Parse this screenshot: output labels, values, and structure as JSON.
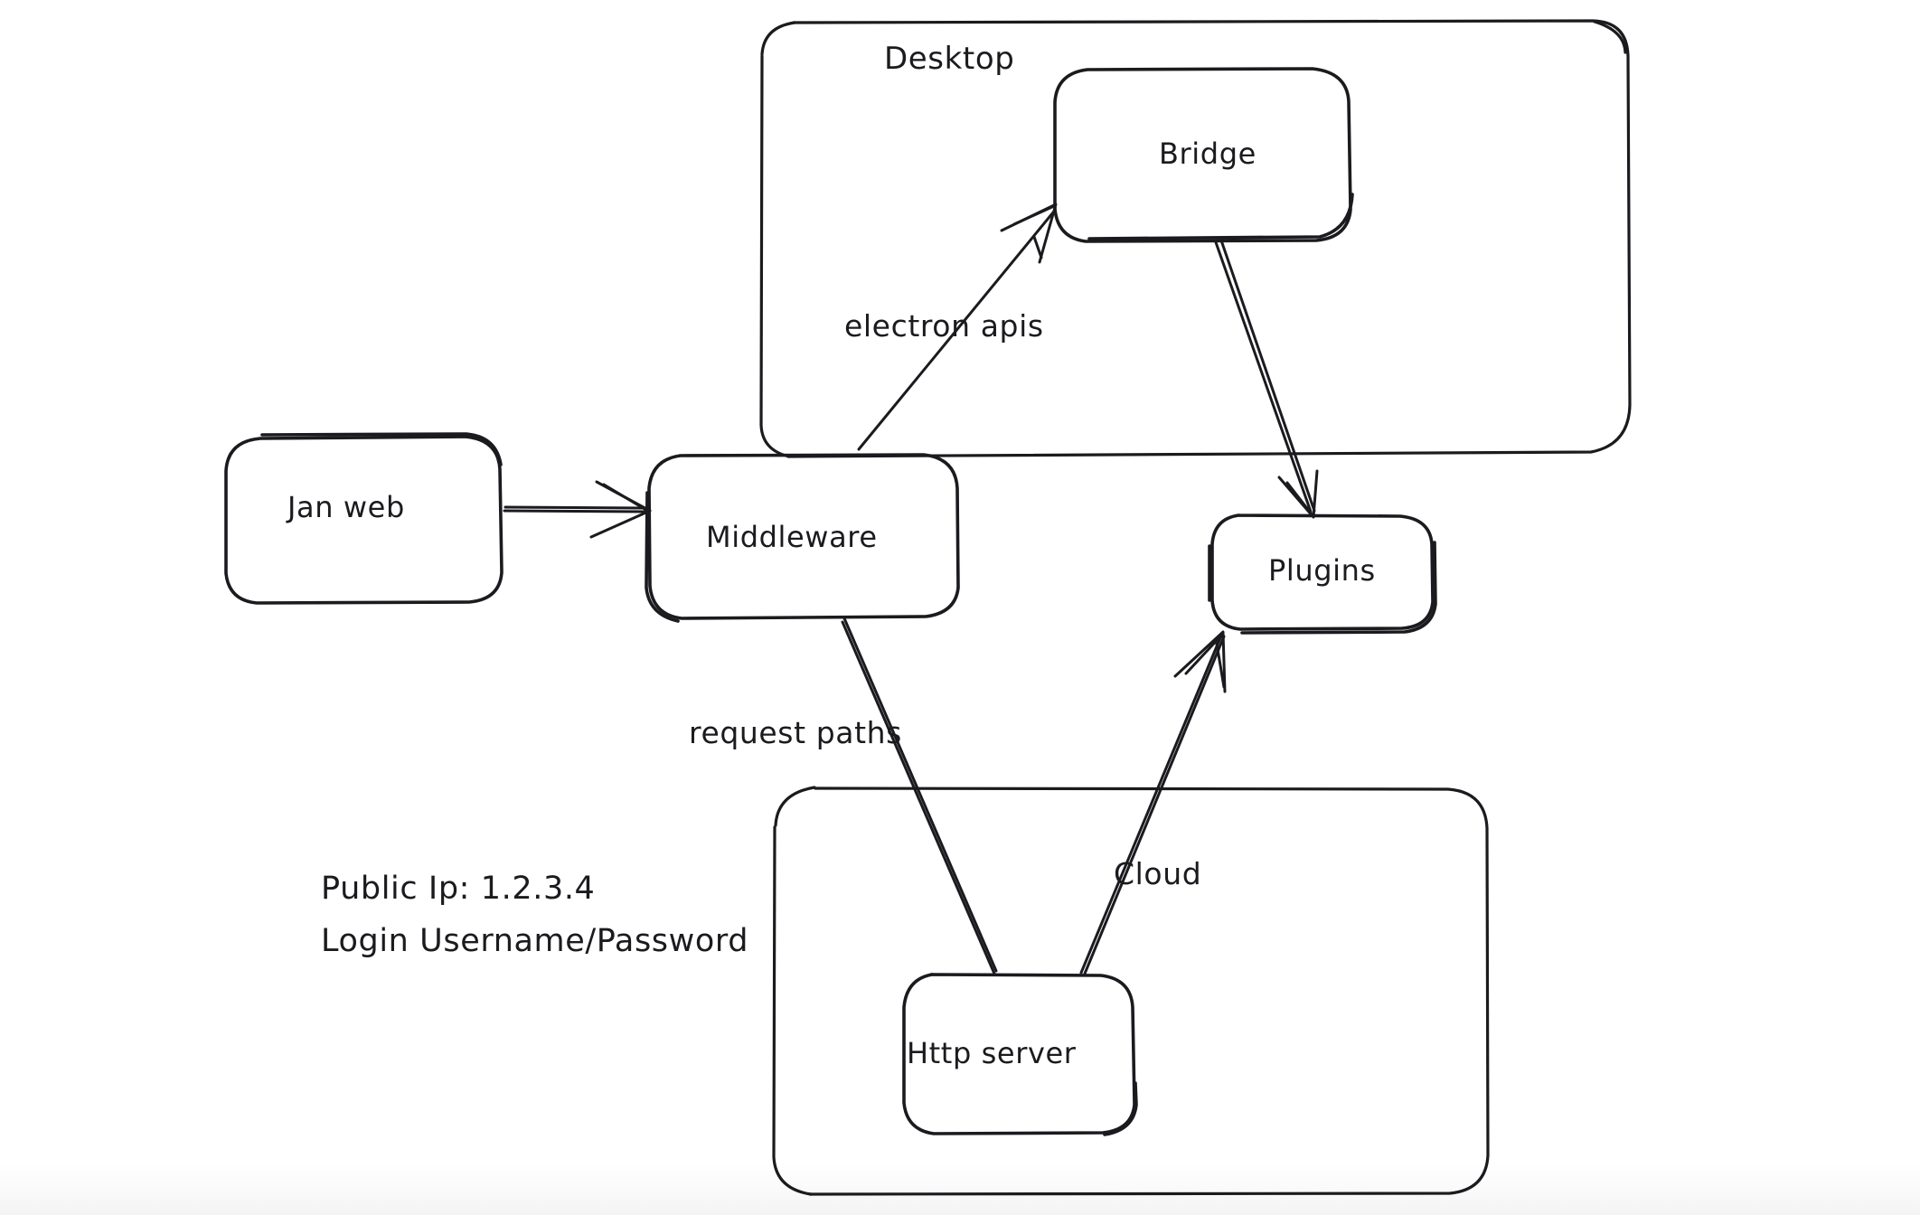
{
  "diagram": {
    "title": "Jan desktop / cloud architecture sketch",
    "style": "hand-drawn",
    "stroke_color": "#1b1b1f",
    "background_color": "#ffffff"
  },
  "groups": [
    {
      "id": "desktop",
      "label": "Desktop"
    },
    {
      "id": "cloud",
      "label": ""
    }
  ],
  "nodes": [
    {
      "id": "jan-web",
      "label": "Jan web"
    },
    {
      "id": "middleware",
      "label": "Middleware"
    },
    {
      "id": "bridge",
      "label": "Bridge"
    },
    {
      "id": "plugins",
      "label": "Plugins"
    },
    {
      "id": "http-server",
      "label": "Http server"
    }
  ],
  "edges": [
    {
      "id": "janweb-middleware",
      "from": "jan-web",
      "to": "middleware",
      "label": ""
    },
    {
      "id": "middleware-bridge",
      "from": "middleware",
      "to": "bridge",
      "label": "electron apis"
    },
    {
      "id": "bridge-plugins",
      "from": "bridge",
      "to": "plugins",
      "label": ""
    },
    {
      "id": "middleware-httpserver",
      "from": "middleware",
      "to": "http-server",
      "label": "request paths"
    },
    {
      "id": "httpserver-plugins",
      "from": "http-server",
      "to": "plugins",
      "label": "Cloud"
    }
  ],
  "notes": {
    "public_ip_line": "Public Ip: 1.2.3.4",
    "login_line": "Login Username/Password"
  }
}
